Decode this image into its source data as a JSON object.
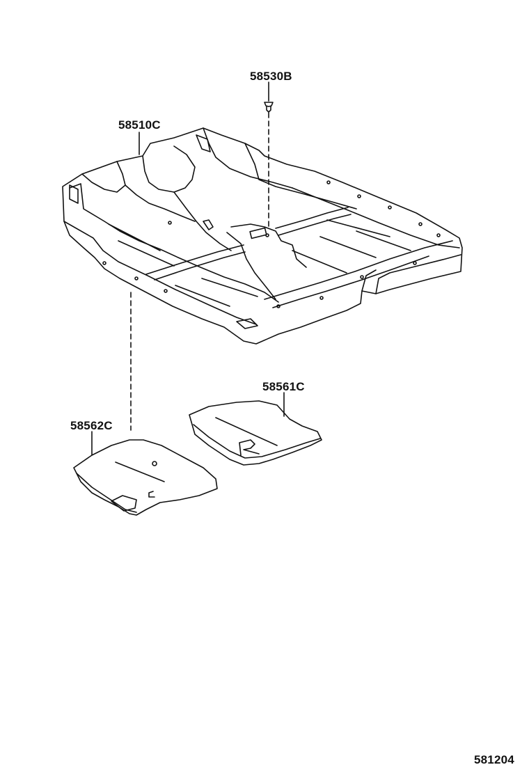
{
  "labels": {
    "clip": "58530B",
    "floor_carpet": "58510C",
    "mat_right": "58561C",
    "mat_left": "58562C",
    "figure_number": "581204"
  },
  "colors": {
    "line": "#111111",
    "background": "#ffffff"
  }
}
